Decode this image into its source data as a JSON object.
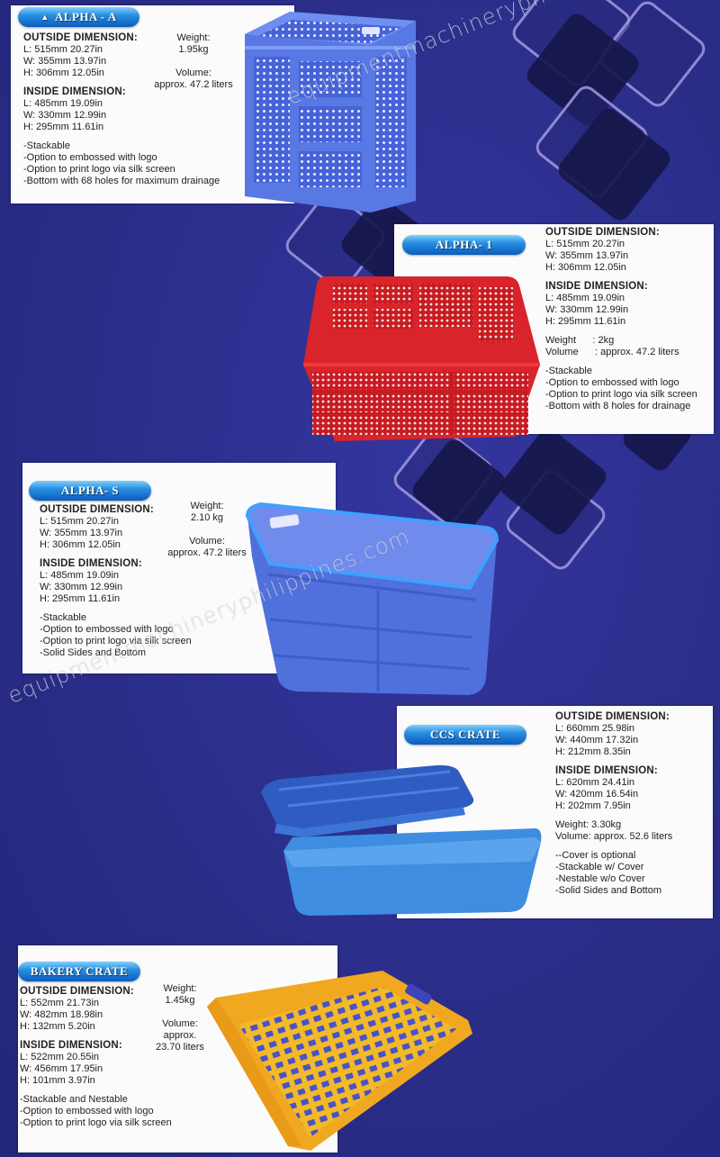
{
  "colors": {
    "background": "#2c2f8c",
    "card": "#fbfbfb",
    "pill_top": "#7fd0ff",
    "pill_bottom": "#0b5cbc",
    "crate_blue": "#4a64d8",
    "crate_red": "#d8242a",
    "crate_sky": "#3f8de0",
    "crate_yellow": "#f2b928"
  },
  "watermark": "equipmentmachineryphilippines.com",
  "products": [
    {
      "name": "ALPHA - A",
      "outside_label": "OUTSIDE DIMENSION:",
      "outside": [
        "L: 515mm 20.27in",
        "W: 355mm 13.97in",
        "H: 306mm  12.05in"
      ],
      "inside_label": "INSIDE DIMENSION:",
      "inside": [
        "L: 485mm 19.09in",
        "W: 330mm 12.99in",
        "H: 295mm 11.61in"
      ],
      "weight_label": "Weight:",
      "weight": "1.95kg",
      "volume_label": "Volume:",
      "volume": "approx. 47.2 liters",
      "features": [
        "-Stackable",
        "-Option to embossed with logo",
        "-Option to print logo via silk screen",
        "-Bottom with 68 holes for maximum drainage"
      ],
      "crate_color": "blue-perforated"
    },
    {
      "name": "ALPHA- 1",
      "outside_label": "OUTSIDE DIMENSION:",
      "outside": [
        "L: 515mm 20.27in",
        "W: 355mm 13.97in",
        "H: 306mm 12.05in"
      ],
      "inside_label": "INSIDE DIMENSION:",
      "inside": [
        "L: 485mm  19.09in",
        "W: 330mm 12.99in",
        "H: 295mm  11.61in"
      ],
      "weight_line": "Weight      : 2kg",
      "volume_line": "Volume      : approx. 47.2 liters",
      "features": [
        "-Stackable",
        "-Option to embossed with logo",
        "-Option to print logo via silk screen",
        "-Bottom with 8 holes for drainage"
      ],
      "crate_color": "red-perforated"
    },
    {
      "name": "ALPHA- S",
      "outside_label": "OUTSIDE DIMENSION:",
      "outside": [
        "L: 515mm  20.27in",
        "W: 355mm 13.97in",
        "H: 306mm  12.05in"
      ],
      "inside_label": "INSIDE DIMENSION:",
      "inside": [
        "L: 485mm 19.09in",
        "W: 330mm 12.99in",
        "H: 295mm  11.61in"
      ],
      "weight_label": "Weight:",
      "weight": "2.10 kg",
      "volume_label": "Volume:",
      "volume": "approx. 47.2 liters",
      "features": [
        "-Stackable",
        "-Option to embossed with logo",
        "-Option to print logo via silk screen",
        "-Solid Sides and Bottom"
      ],
      "crate_color": "blue-solid"
    },
    {
      "name": "CCS CRATE",
      "outside_label": "OUTSIDE DIMENSION:",
      "outside": [
        "L: 660mm  25.98in",
        "W: 440mm 17.32in",
        "H: 212mm  8.35in"
      ],
      "inside_label": "INSIDE DIMENSION:",
      "inside": [
        "L: 620mm 24.41in",
        "W: 420mm 16.54in",
        "H: 202mm  7.95in"
      ],
      "weight_line": "Weight: 3.30kg",
      "volume_line": "Volume: approx. 52.6 liters",
      "features": [
        "--Cover is optional",
        "-Stackable w/ Cover",
        "-Nestable w/o Cover",
        "-Solid Sides and Bottom"
      ],
      "crate_color": "sky-blue-with-cover"
    },
    {
      "name": "BAKERY CRATE",
      "outside_label": "OUTSIDE DIMENSION:",
      "outside": [
        "L: 552mm  21.73in",
        "W: 482mm 18.98in",
        "H: 132mm  5.20in"
      ],
      "inside_label": "INSIDE DIMENSION:",
      "inside": [
        "L: 522mm 20.55in",
        "W: 456mm 17.95in",
        "H: 101mm  3.97in"
      ],
      "weight_label": "Weight:",
      "weight": "1.45kg",
      "volume_label": "Volume:",
      "volume_a": "approx.",
      "volume_b": "23.70 liters",
      "features": [
        "-Stackable and Nestable",
        "-Option to embossed with logo",
        "-Option to print logo via silk screen"
      ],
      "crate_color": "yellow-tray"
    }
  ]
}
